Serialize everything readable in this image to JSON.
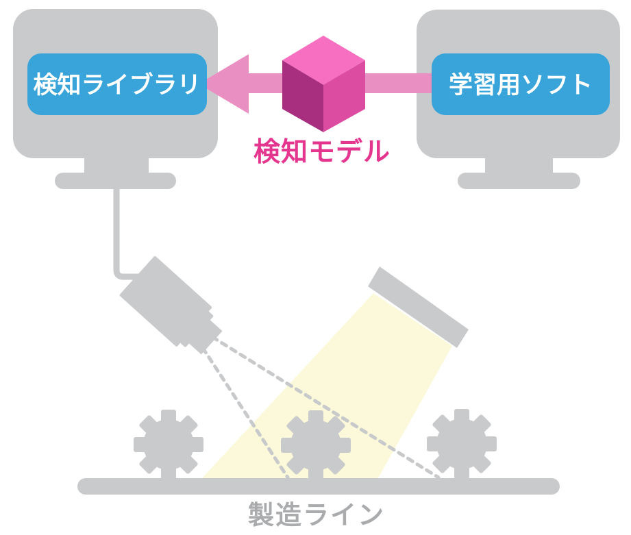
{
  "diagram": {
    "monitors": {
      "left": {
        "label": "検知ライブラリ"
      },
      "right": {
        "label": "学習用ソフト"
      }
    },
    "model": {
      "label": "検知モデル"
    },
    "production_line": {
      "label": "製造ライン"
    },
    "icons": {
      "left_monitor": "monitor",
      "right_monitor": "monitor",
      "transfer_arrow": "arrow-left",
      "model_cube": "cube-3d",
      "camera": "inspection-camera",
      "camera_cable": "cable",
      "camera_fov": "dashed-sight-lines",
      "light": "light-bar",
      "light_beam": "light-beam",
      "gear": "cog",
      "conveyor": "rounded-bar"
    },
    "colors": {
      "device_gray": "#c9cacc",
      "label_blue": "#38a4da",
      "label_text_white": "#ffffff",
      "arrow_pink": "#ea8fc1",
      "cube_top": "#f76fc0",
      "cube_left": "#a82f80",
      "cube_right": "#dc4da2",
      "model_text_pink": "#e5368f",
      "beam_yellow": "#fbf9d9",
      "dash_gray": "#c7c9cb",
      "line_text_gray": "#a9abad"
    }
  }
}
